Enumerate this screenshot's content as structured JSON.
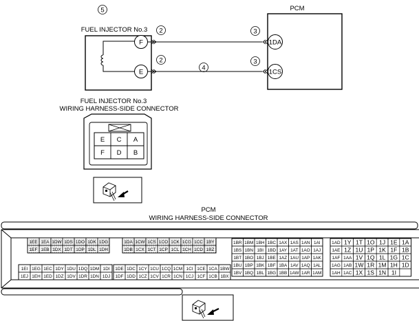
{
  "callouts": {
    "injector": "5",
    "wire_f": "2",
    "wire_e": "2",
    "pcm_1da": "3",
    "pcm_1cs": "3",
    "shared": "4"
  },
  "schematic": {
    "injector_title": "FUEL INJECTOR No.3",
    "pcm_title": "PCM",
    "injector_pins": [
      "F",
      "E"
    ],
    "pcm_pins": [
      "1DA",
      "1CS"
    ]
  },
  "injector_connector": {
    "title_line1": "FUEL INJECTOR No.3",
    "title_line2": "WIRING HARNESS-SIDE CONNECTOR",
    "cells": [
      [
        "E",
        "C",
        "A"
      ],
      [
        "F",
        "D",
        "B"
      ]
    ]
  },
  "pcm_connector": {
    "title_line1": "PCM",
    "title_line2": "WIRING HARNESS-SIDE CONNECTOR",
    "blocks": [
      {
        "id": "a-top",
        "rows": [
          [
            "1EE",
            "1EA",
            "1DW",
            "1DS",
            "1DO",
            "1DK",
            "1DG"
          ],
          [
            "1EF",
            "1EB",
            "1DX",
            "1DT",
            "1DP",
            "1DL",
            "1DH"
          ]
        ]
      },
      {
        "id": "b-top",
        "rows": [
          [
            "1DA",
            "1CW",
            "1CS",
            "1CO",
            "1CK",
            "1CG",
            "1CC",
            "1BY"
          ],
          [
            "1DB",
            "1CX",
            "1CT",
            "1CP",
            "1CL",
            "1CH",
            "1CD",
            "1BZ"
          ]
        ]
      },
      {
        "id": "a-bot",
        "rows": [
          [
            "1EI",
            "1EG",
            "1EC",
            "1DY",
            "1DU",
            "1DQ",
            "1DM",
            "1DI"
          ],
          [
            "1EJ",
            "1EH",
            "1ED",
            "1DZ",
            "1DV",
            "1DR",
            "1DN",
            "1DJ"
          ]
        ]
      },
      {
        "id": "b-bot",
        "rows": [
          [
            "1DE",
            "1DC",
            "1CY",
            "1CU",
            "1CQ",
            "1CM",
            "1CI",
            "1CE",
            "1CA",
            "1BW"
          ],
          [
            "1DF",
            "1DD",
            "1CZ",
            "1CV",
            "1CR",
            "1CN",
            "1CJ",
            "1CF",
            "1CB",
            "1BX"
          ]
        ]
      },
      {
        "id": "c",
        "rows": [
          [
            "1BR",
            "1BM",
            "1BH",
            "1BC",
            "1AX",
            "1AS",
            "1AN",
            "1AI"
          ],
          [
            "1BS",
            "1BN",
            "1BI",
            "1BD",
            "1AY",
            "1AT",
            "1AO",
            "1AJ"
          ],
          [
            "1BT",
            "1BO",
            "1BJ",
            "1BE",
            "1AZ",
            "1AU",
            "1AP",
            "1AK"
          ],
          [
            "1BU",
            "1BP",
            "1BK",
            "1BF",
            "1BA",
            "1AV",
            "1AQ",
            "1AL"
          ],
          [
            "1BV",
            "1BQ",
            "1BL",
            "1BG",
            "1BB",
            "1AW",
            "1AR",
            "1AM"
          ]
        ]
      },
      {
        "id": "d",
        "rows": [
          [
            "1AD",
            "1Y",
            "1T",
            "1O",
            "1J",
            "1E",
            "1A"
          ],
          [
            "1AE",
            "1Z",
            "1U",
            "1P",
            "1K",
            "1F",
            "1B"
          ],
          [
            "1AF",
            "1AA",
            "1V",
            "1Q",
            "1L",
            "1G",
            "1C"
          ],
          [
            "1AG",
            "1AB",
            "1W",
            "1R",
            "1M",
            "1H",
            "1D"
          ],
          [
            "1AH",
            "1AC",
            "1X",
            "1S",
            "1N",
            "1I",
            ""
          ]
        ]
      }
    ]
  }
}
